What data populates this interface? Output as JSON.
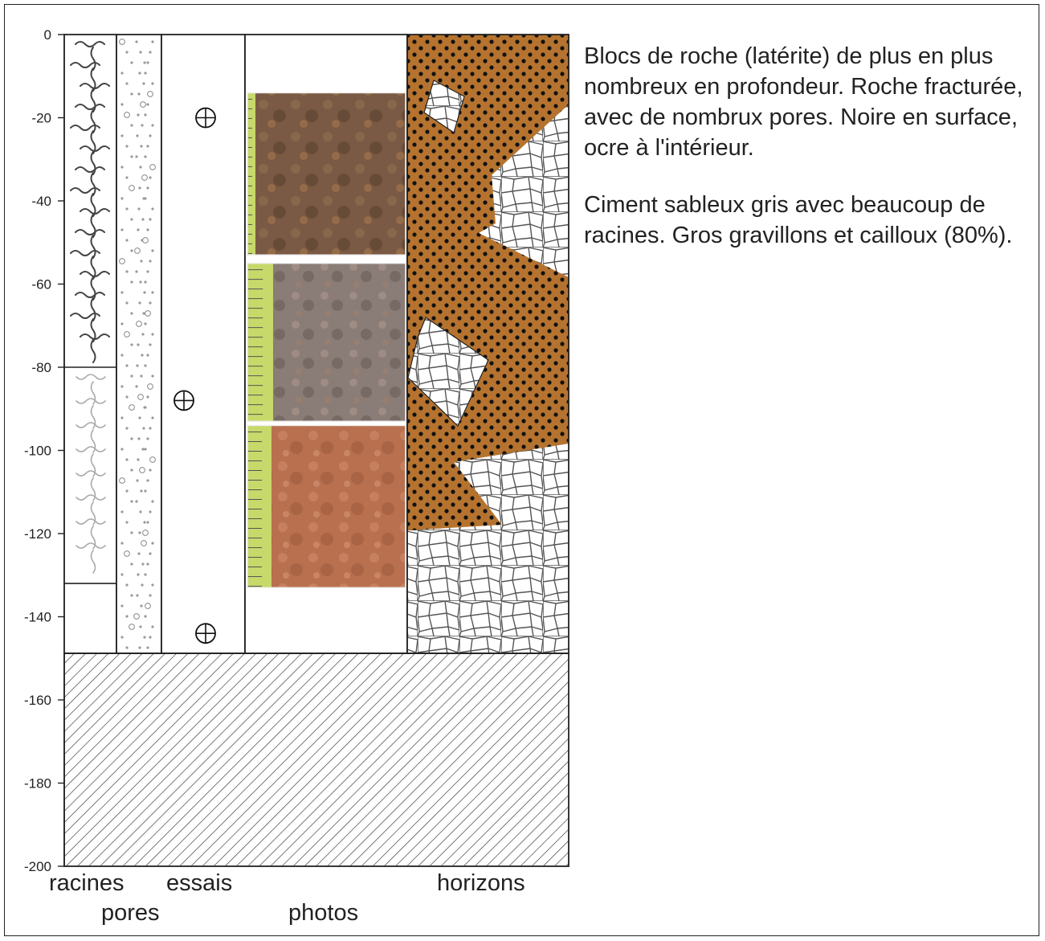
{
  "axis": {
    "ticks": [
      "0",
      "-20",
      "-40",
      "-60",
      "-80",
      "-100",
      "-120",
      "-140",
      "-160",
      "-180",
      "-200"
    ]
  },
  "columns": {
    "racines": "racines",
    "pores": "pores",
    "essais": "essais",
    "photos": "photos",
    "horizons": "horizons"
  },
  "descriptions": {
    "horizon_1": "Blocs de roche (latérite) de plus en plus nombreux en profondeur. Roche fracturée, avec de nombrux pores. Noire en surface, ocre à l'intérieur.",
    "horizon_2": "Ciment sableux gris avec beaucoup de racines. Gros gravillons et cailloux (80%)."
  },
  "diagram": {
    "depth_range": [
      0,
      -200
    ],
    "profile_bottom_depth": -149,
    "racines_boundaries": [
      -80,
      -132
    ],
    "essais_markers_depth": [
      -20,
      -88,
      -144
    ],
    "photos_depth_ranges": [
      [
        -14,
        -53
      ],
      [
        -55,
        -93
      ],
      [
        -94,
        -133
      ]
    ],
    "horizon_boundary_depth": -98
  },
  "colors": {
    "line": "#222222",
    "lateritic_matrix": "#b5732f",
    "matrix_dots": "#111111",
    "photo_1": "#7a5a44",
    "photo_2": "#8a7c76",
    "photo_3": "#b8704f",
    "tape": "#c6d96a"
  }
}
